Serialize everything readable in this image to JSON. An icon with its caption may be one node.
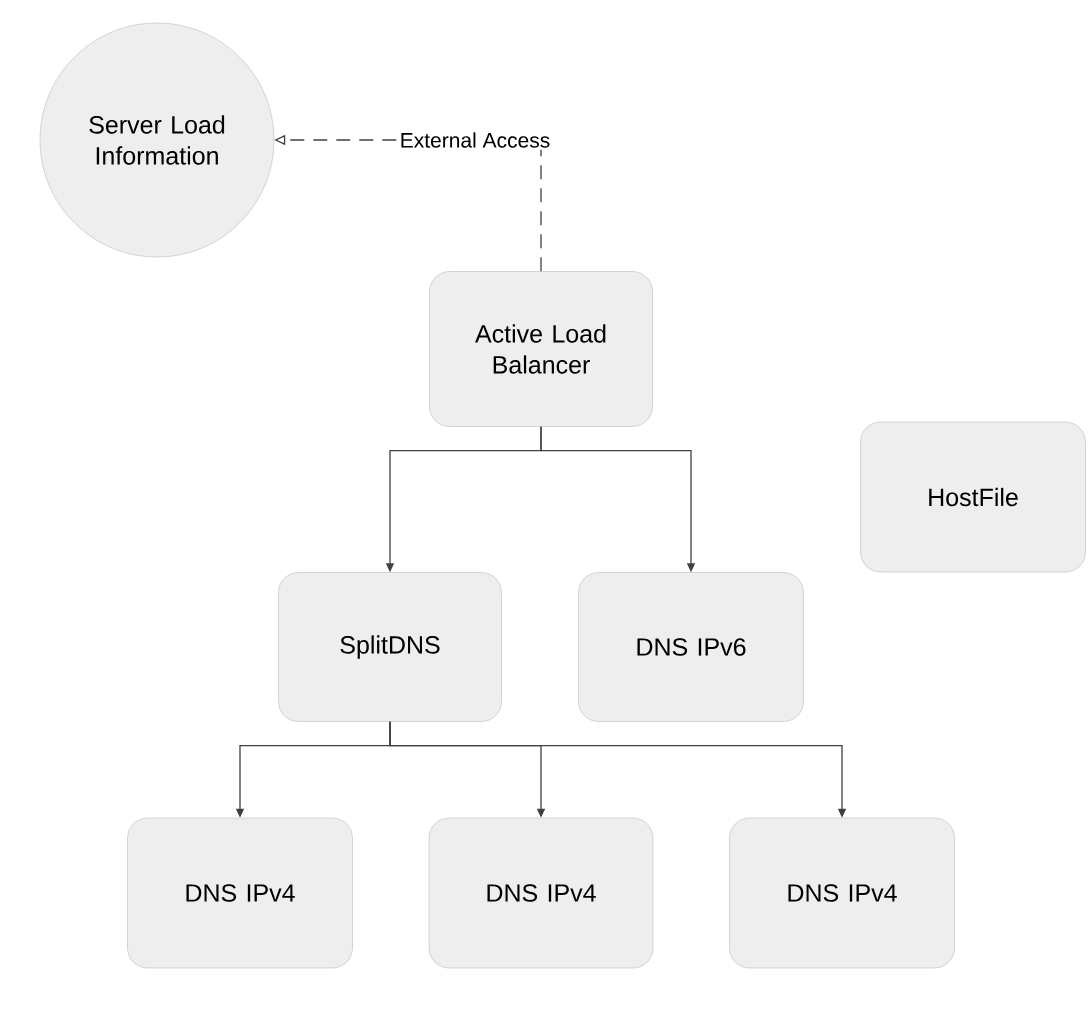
{
  "diagram": {
    "nodes": [
      {
        "text": [
          "Server Load Information"
        ]
      },
      {
        "text": [
          "Active Load Balancer"
        ]
      },
      {
        "text": [
          "HostFile"
        ]
      },
      {
        "text": [
          "SplitDNS"
        ]
      },
      {
        "text": [
          "DNS IPv6"
        ]
      },
      {
        "text": [
          "DNS IPv4"
        ]
      },
      {
        "text": [
          "DNS IPv4"
        ]
      },
      {
        "text": [
          "DNS IPv4"
        ]
      }
    ],
    "edges": [
      {
        "from": 1,
        "to": 0,
        "arrow": "to",
        "label": "External Access",
        "style": "dashed"
      },
      {
        "from": 1,
        "to": 3,
        "arrow": "to"
      },
      {
        "from": 1,
        "to": 4,
        "arrow": "to"
      },
      {
        "from": 3,
        "to": 5,
        "arrow": "to"
      },
      {
        "from": 3,
        "to": 6,
        "arrow": "to"
      },
      {
        "from": 3,
        "to": 7,
        "arrow": "to"
      }
    ]
  }
}
